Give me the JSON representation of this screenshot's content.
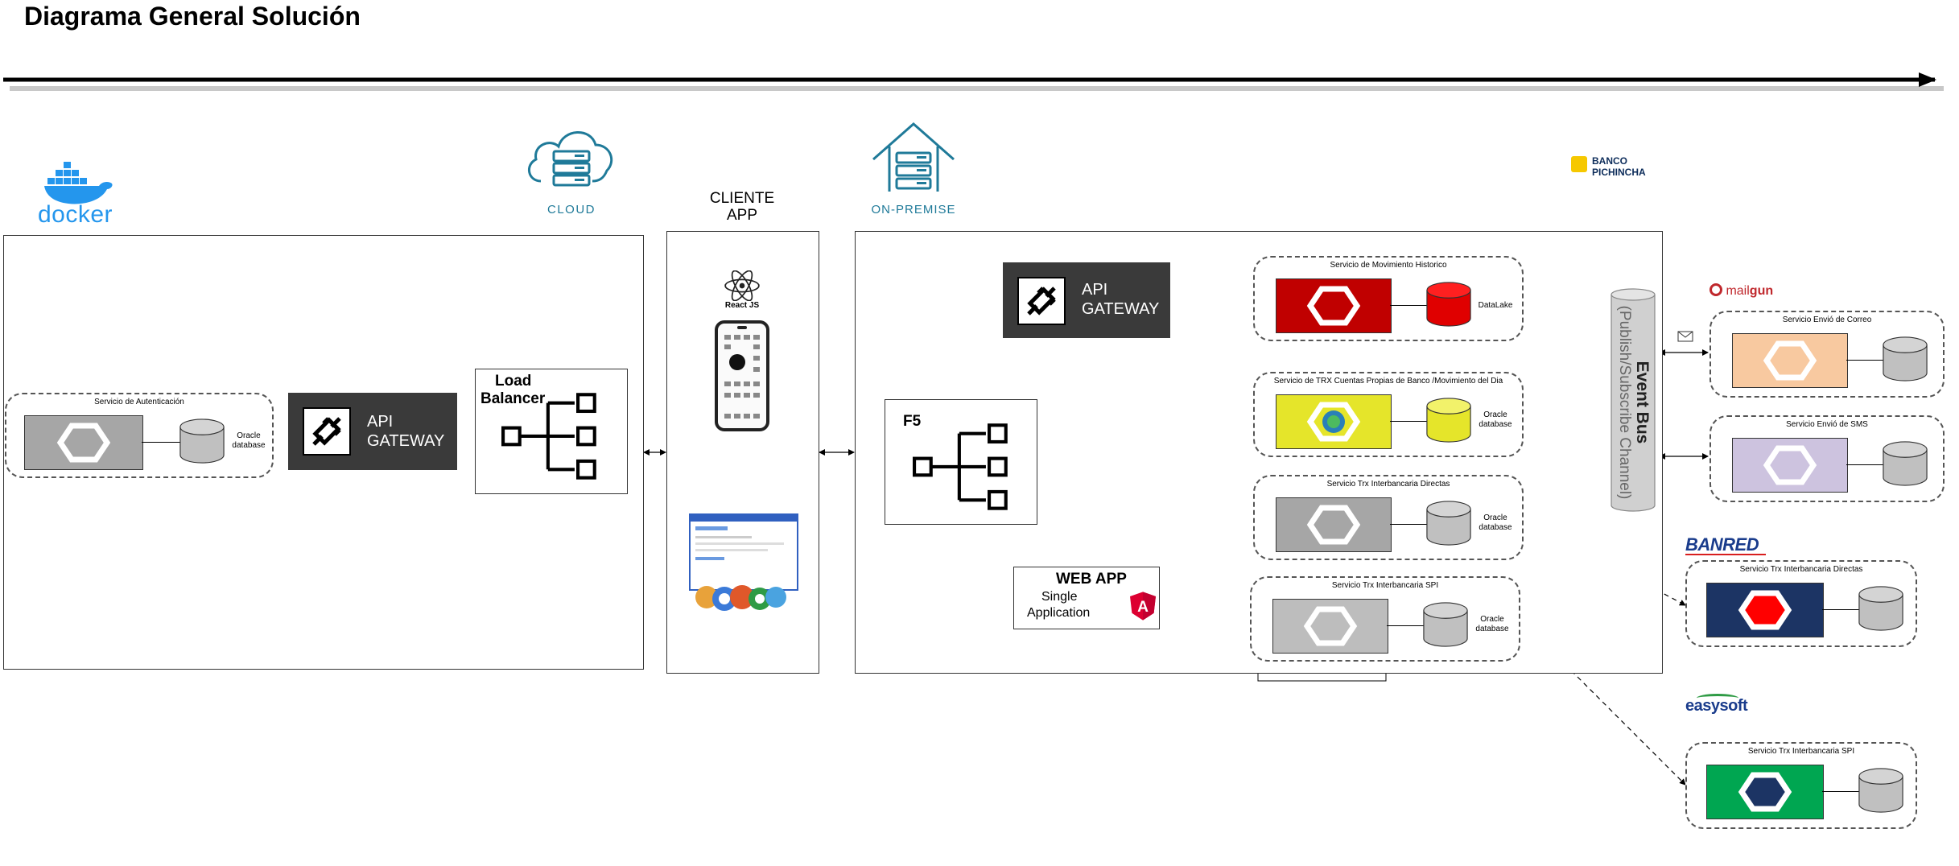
{
  "title": "Diagrama General Solución",
  "logos": {
    "docker": "docker",
    "cloud": "CLOUD",
    "onpremise": "ON-PREMISE",
    "banco_line1": "BANCO",
    "banco_line2": "PICHINCHA",
    "mailgun_prefix": "mail",
    "mailgun_suffix": "gun",
    "banred": "BANRED",
    "easysoft": "easysoft"
  },
  "cliente": {
    "line1": "CLIENTE",
    "line2": "APP",
    "react": "React JS"
  },
  "left": {
    "auth_title": "Servicio de Autenticación",
    "auth_db_line1": "Oracle",
    "auth_db_line2": "database",
    "gw_line1": "API",
    "gw_line2": "GATEWAY",
    "lb_line1": "Load",
    "lb_line2": "Balancer"
  },
  "onprem": {
    "gw_line1": "API",
    "gw_line2": "GATEWAY",
    "f5": "F5",
    "webapp_title": "WEB APP",
    "webapp_line1": "Single",
    "webapp_line2": "Application",
    "services": [
      {
        "title": "Servicio de Movimiento Historico",
        "db_line1": "DataLake",
        "db_line2": ""
      },
      {
        "title": "Servicio de TRX Cuentas Propias de Banco /Movimiento del Dia",
        "db_line1": "Oracle",
        "db_line2": "database"
      },
      {
        "title": "Servicio Trx Interbancaria Directas",
        "db_line1": "Oracle",
        "db_line2": "database"
      },
      {
        "title": "Servicio Trx Interbancaria SPI",
        "db_line1": "Oracle",
        "db_line2": "database"
      }
    ]
  },
  "event_bus": {
    "line1": "Event Bus",
    "line2": "(Publish/Subscribe Channel)"
  },
  "external": [
    {
      "title": "Servicio Envió de Correo"
    },
    {
      "title": "Servicio Envió de SMS"
    },
    {
      "title": "Servicio Trx Interbancaria Directas"
    },
    {
      "title": "Servicio Trx Interbancaria SPI"
    }
  ],
  "colors": {
    "gray_svc": "#a6a6a6",
    "red_svc": "#c00000",
    "yellow_svc": "#e5e52a",
    "orange_svc": "#f8c9a0",
    "lavender_svc": "#cdc3df",
    "navy_svc": "#1c3464",
    "green_svc": "#00a651",
    "gateway": "#3a3a3a",
    "docker_blue": "#2496ed",
    "teal": "#1f7a99",
    "mailgun_red": "#c0282d",
    "banred_blue": "#1a3c8c",
    "banred_red": "#d81e1e",
    "banco_yellow": "#f6c800",
    "banco_navy": "#0c2c5a"
  },
  "icons": [
    "docker-whale-icon",
    "cloud-server-icon",
    "house-server-icon",
    "react-icon",
    "smartphone-icon",
    "browser-window-icon",
    "angular-icon",
    "plug-icon",
    "load-balancer-icon",
    "hexagon-icon",
    "database-icon",
    "envelope-icon"
  ]
}
